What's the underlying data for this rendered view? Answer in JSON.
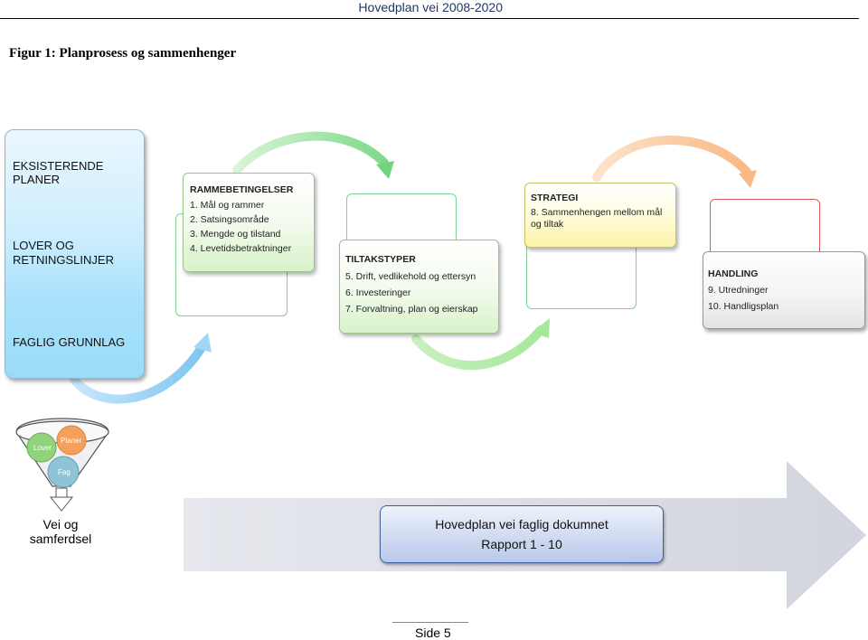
{
  "header": {
    "title": "Hovedplan vei 2008-2020"
  },
  "figure": {
    "title": "Figur 1: Planprosess og sammenhenger"
  },
  "left_box": {
    "top": "EKSISTERENDE PLANER",
    "middle_line1": "LOVER OG",
    "middle_line2": "RETNINGSLINJER",
    "bottom": "FAGLIG GRUNNLAG"
  },
  "ramme": {
    "heading": "RAMMEBETINGELSER",
    "items": [
      "1. Mål og rammer",
      "2. Satsingsområde",
      "3. Mengde og tilstand",
      "4. Levetidsbetraktninger"
    ]
  },
  "tiltak": {
    "heading": "TILTAKSTYPER",
    "items": [
      "5. Drift, vedlikehold og ettersyn",
      "6. Investeringer",
      "7. Forvaltning, plan og eierskap"
    ]
  },
  "strategi": {
    "heading": "STRATEGI",
    "items": [
      "8. Sammenhengen mellom mål",
      "og tiltak"
    ]
  },
  "handling": {
    "heading": "HANDLING",
    "items": [
      "9. Utredninger",
      "10. Handligsplan"
    ]
  },
  "funnel": {
    "circles": [
      "Lover",
      "Planer",
      "Fag"
    ],
    "label_line1": "Vei og",
    "label_line2": "samferdsel"
  },
  "rapport": {
    "line1": "Hovedplan vei faglig dokumnet",
    "line2": "Rapport 1 - 10"
  },
  "footer": {
    "page": "Side 5"
  }
}
